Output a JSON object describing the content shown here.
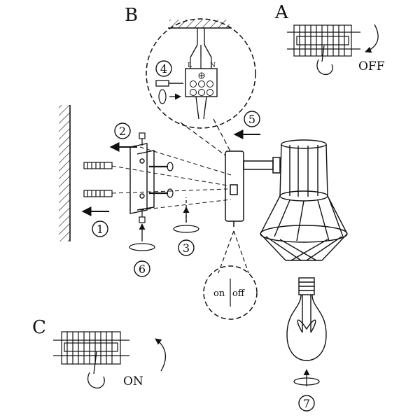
{
  "section_labels": {
    "a": "A",
    "b": "B",
    "c": "C"
  },
  "step_numbers": {
    "s1": "1",
    "s2": "2",
    "s3": "3",
    "s4": "4",
    "s5": "5",
    "s6": "6",
    "s7": "7"
  },
  "terminal_labels": {
    "left": "L",
    "right": "N"
  },
  "switch_labels": {
    "on": "on",
    "off": "off"
  },
  "breaker_labels": {
    "off": "OFF",
    "on": "ON"
  }
}
